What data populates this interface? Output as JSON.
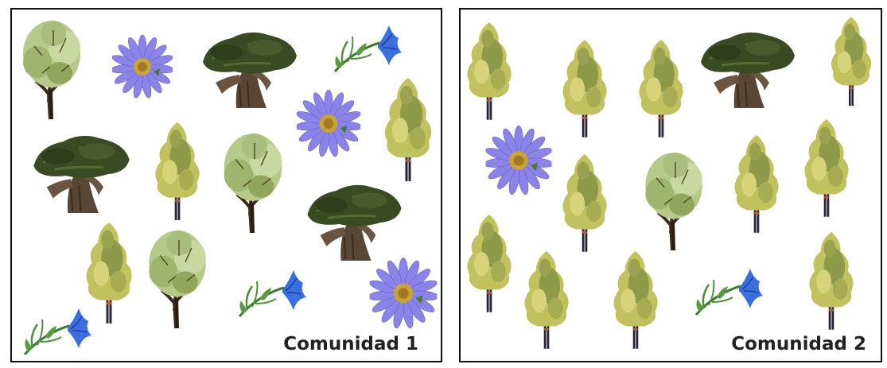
{
  "communities": [
    {
      "id": "comunidad-1",
      "label": "Comunidad 1"
    },
    {
      "id": "comunidad-2",
      "label": "Comunidad 2"
    }
  ],
  "organisms": {
    "green-tree": "deciduous-tree-icon",
    "dragon-tree": "dragon-tree-icon",
    "yellow-tree": "yellow-tree-icon",
    "purple-flower": "aster-flower-icon",
    "blue-flower": "blue-gentian-flower-icon"
  },
  "colors": {
    "border": "#111111",
    "label": "#222222",
    "petal": "#8b84e8",
    "bell": "#3b6fe0"
  }
}
